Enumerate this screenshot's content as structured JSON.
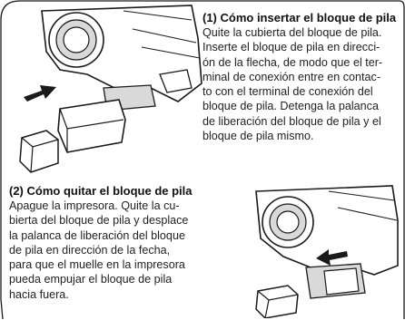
{
  "section1": {
    "heading": "(1) Cómo insertar el bloque de pila",
    "lines": [
      "Quite la cubierta del bloque de pila.",
      "Inserte el bloque de pila en direcci-",
      "ón de la flecha, de modo que el ter-",
      "minal de conexión entre en contac-",
      "to con el terminal de conexión del",
      "bloque de pila. Detenga la palanca",
      "de liberación del bloque de pila y el",
      "bloque de pila mismo."
    ]
  },
  "section2": {
    "heading": "(2) Cómo quitar el bloque de pila",
    "lines": [
      "Apague la impresora. Quite la cu-",
      "bierta del bloque de pila y desplace",
      "la palanca de liberación del bloque",
      "de pila en dirección de la fecha,",
      "para que el muelle en la impresora",
      "pueda empujar el bloque de pila",
      "hacia fuera."
    ]
  },
  "colors": {
    "line": "#1a1a1a",
    "fill": "#ffffff",
    "shade": "#d9d9d9"
  }
}
